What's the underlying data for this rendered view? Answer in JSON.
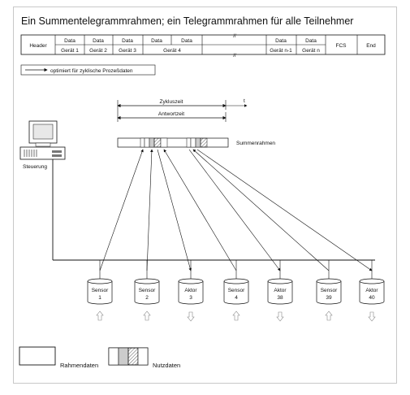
{
  "title": "Ein Summentelegrammrahmen; ein Telegrammrahmen für alle Teilnehmer",
  "frame_table": {
    "header": "Header",
    "fcs": "FCS",
    "end": "End",
    "break_mark": "//",
    "columns": [
      {
        "top": "Data",
        "bottom": "Gerät 1"
      },
      {
        "top": "Data",
        "bottom": "Gerät 2"
      },
      {
        "top": "Data",
        "bottom": "Gerät 3"
      },
      {
        "top": "Data",
        "bottom": "Gerät 4"
      },
      {
        "top": "Data",
        "bottom": ""
      },
      {
        "top": "Data",
        "bottom": "Gerät n-1"
      },
      {
        "top": "Data",
        "bottom": "Gerät n"
      }
    ]
  },
  "optim_note": "optimiert für zyklische Prozeßdaten",
  "timing": {
    "t": "t",
    "zykluszeit": "Zykluszeit",
    "antwortzeit": "Antwortzeit"
  },
  "summenrahmen_label": "Summenrahmen",
  "steuerung_label": "Steuerung",
  "devices": [
    {
      "line1": "Sensor",
      "line2": "1",
      "dir": "up"
    },
    {
      "line1": "Sensor",
      "line2": "2",
      "dir": "up"
    },
    {
      "line1": "Aktor",
      "line2": "3",
      "dir": "down"
    },
    {
      "line1": "Sensor",
      "line2": "4",
      "dir": "up"
    },
    {
      "line1": "Aktor",
      "line2": "38",
      "dir": "down"
    },
    {
      "line1": "Sensor",
      "line2": "39",
      "dir": "up"
    },
    {
      "line1": "Aktor",
      "line2": "40",
      "dir": "down"
    }
  ],
  "legend": {
    "rahmendaten": "Rahmendaten",
    "nutzdaten": "Nutzdaten"
  }
}
